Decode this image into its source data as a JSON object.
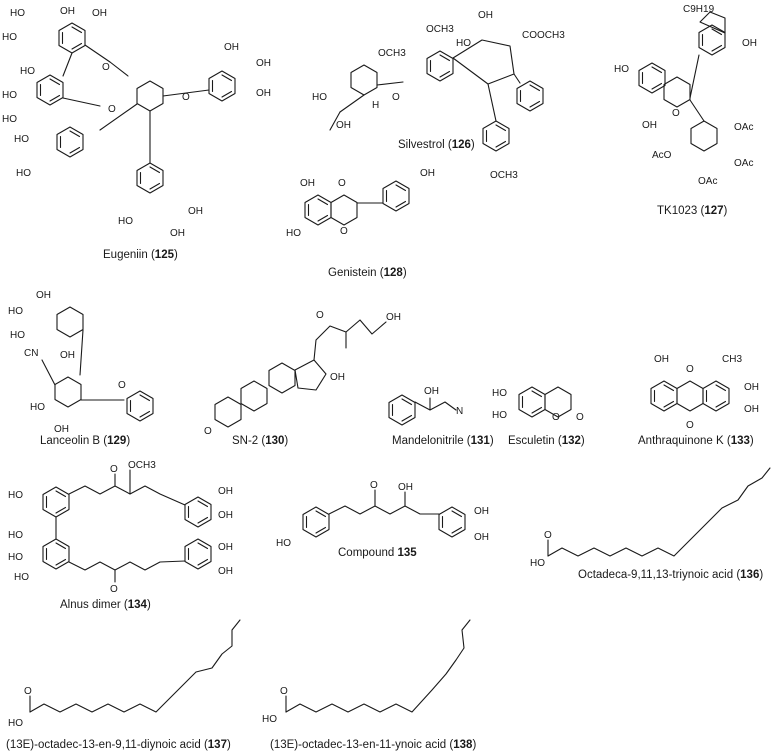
{
  "compounds": {
    "c125": {
      "name": "Eugeniin",
      "number": "125"
    },
    "c126": {
      "name": "Silvestrol",
      "number": "126"
    },
    "c127": {
      "name": "TK1023",
      "number": "127"
    },
    "c128": {
      "name": "Genistein",
      "number": "128"
    },
    "c129": {
      "name": "Lanceolin B",
      "number": "129"
    },
    "c130": {
      "name": "SN-2",
      "number": "130"
    },
    "c131": {
      "name": "Mandelonitrile",
      "number": "131"
    },
    "c132": {
      "name": "Esculetin",
      "number": "132"
    },
    "c133": {
      "name": "Anthraquinone K",
      "number": "133"
    },
    "c134": {
      "name": "Alnus dimer",
      "number": "134"
    },
    "c135": {
      "name": "Compound",
      "number": "135"
    },
    "c136": {
      "name": "Octadeca-9,11,13-triynoic acid",
      "number": "136"
    },
    "c137": {
      "name": "(13E)-octadec-13-en-9,11-diynoic acid",
      "number": "137"
    },
    "c138": {
      "name": "(13E)-octadec-13-en-11-ynoic acid",
      "number": "138"
    }
  },
  "atoms": {
    "oh": "OH",
    "ho": "HO",
    "o": "O",
    "och3": "OCH3",
    "cooch3": "COOCH3",
    "h": "H",
    "oac": "OAc",
    "aco": "AcO",
    "c9h19": "C9H19",
    "cn": "CN",
    "n": "N",
    "ch3": "CH3"
  }
}
